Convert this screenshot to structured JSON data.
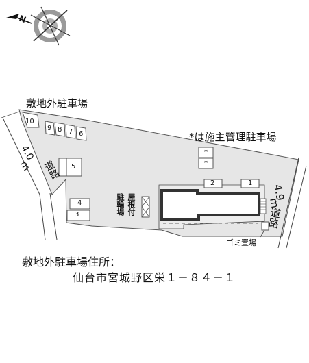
{
  "compass": {
    "north_label": "N"
  },
  "labels": {
    "offsite_parking_title": "敷地外駐車場",
    "owner_parking": "*は施主管理駐車場",
    "road_left_width": "4.0",
    "road_left_unit": "m",
    "road_left_name": "道路",
    "road_right_width": "4.9",
    "road_right_unit": "m",
    "road_right_name": "道路",
    "bike_parking_col1": "駐輪場",
    "bike_parking_col2": "屋根付",
    "garbage_area": "ゴミ置場"
  },
  "parking_spaces": {
    "s1": "1",
    "s2": "2",
    "s3": "3",
    "s4": "4",
    "s5": "5",
    "s6": "6",
    "s7": "7",
    "s8": "8",
    "s9": "9",
    "s10": "10",
    "owner_mark_a": "*",
    "owner_mark_b": "*"
  },
  "address": {
    "label": "敷地外駐車場住所：",
    "value": "仙台市宮城野区栄１－８４－１"
  }
}
